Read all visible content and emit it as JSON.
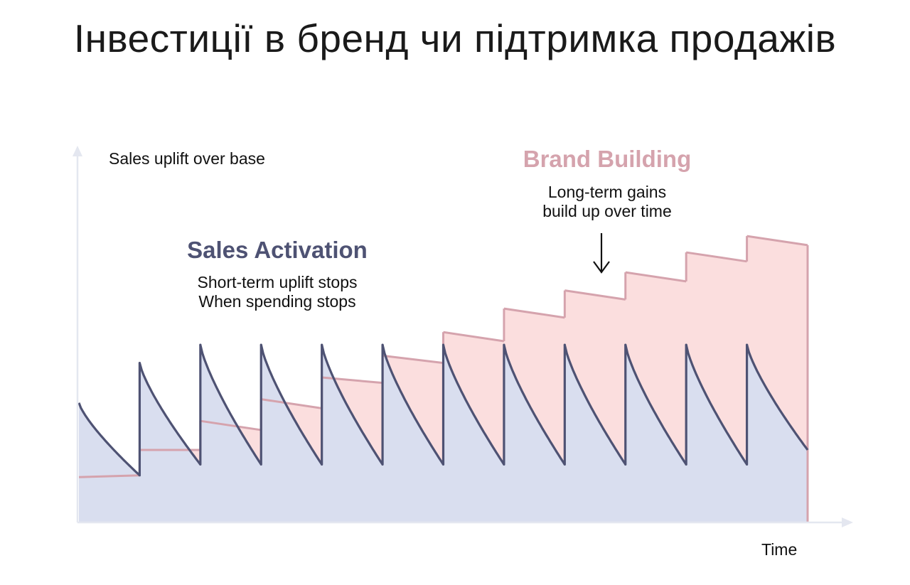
{
  "title": "Інвестиції в бренд чи підтримка продажів",
  "chart_data": {
    "type": "area",
    "title": "Інвестиції в бренд чи підтримка продажів",
    "ylabel": "Sales uplift over base",
    "xlabel": "Time",
    "ylim": [
      0,
      100
    ],
    "xlim": [
      0,
      12
    ],
    "grid": false,
    "legend": "none",
    "colors": {
      "brand_fill": "#fbdede",
      "brand_line": "#d5a3ad",
      "sales_fill": "#d9deef",
      "sales_line": "#4e5273",
      "axis": "#e4e7f0",
      "arrow": "#111111"
    },
    "series": [
      {
        "name": "Sales Activation",
        "role": "sales",
        "start": 33,
        "periods": [
          {
            "x0": 0,
            "x1": 1,
            "peak": 33,
            "base": 13
          },
          {
            "x0": 1,
            "x1": 2,
            "peak": 44,
            "base": 16
          },
          {
            "x0": 2,
            "x1": 3,
            "peak": 49,
            "base": 16
          },
          {
            "x0": 3,
            "x1": 4,
            "peak": 49,
            "base": 16
          },
          {
            "x0": 4,
            "x1": 5,
            "peak": 49,
            "base": 16
          },
          {
            "x0": 5,
            "x1": 6,
            "peak": 49,
            "base": 16
          },
          {
            "x0": 6,
            "x1": 7,
            "peak": 49,
            "base": 16
          },
          {
            "x0": 7,
            "x1": 8,
            "peak": 49,
            "base": 16
          },
          {
            "x0": 8,
            "x1": 9,
            "peak": 49,
            "base": 16
          },
          {
            "x0": 9,
            "x1": 10,
            "peak": 49,
            "base": 16
          },
          {
            "x0": 10,
            "x1": 11,
            "peak": 49,
            "base": 16
          },
          {
            "x0": 11,
            "x1": 12,
            "peak": 49,
            "base": 20
          }
        ]
      },
      {
        "name": "Brand Building",
        "role": "brand",
        "steps": [
          {
            "x0": 0,
            "x1": 1,
            "y0": 12.5,
            "y1": 13
          },
          {
            "x0": 1,
            "x1": 2,
            "y0": 20,
            "y1": 20
          },
          {
            "x0": 2,
            "x1": 3,
            "y0": 28,
            "y1": 25.5
          },
          {
            "x0": 3,
            "x1": 4,
            "y0": 34,
            "y1": 31.5
          },
          {
            "x0": 4,
            "x1": 5,
            "y0": 40,
            "y1": 38.5
          },
          {
            "x0": 5,
            "x1": 6,
            "y0": 46,
            "y1": 44
          },
          {
            "x0": 6,
            "x1": 7,
            "y0": 52.5,
            "y1": 50
          },
          {
            "x0": 7,
            "x1": 8,
            "y0": 59,
            "y1": 56.5
          },
          {
            "x0": 8,
            "x1": 9,
            "y0": 64,
            "y1": 61.5
          },
          {
            "x0": 9,
            "x1": 10,
            "y0": 69,
            "y1": 66.5
          },
          {
            "x0": 10,
            "x1": 11,
            "y0": 74.5,
            "y1": 72
          },
          {
            "x0": 11,
            "x1": 12,
            "y0": 79,
            "y1": 76.5
          }
        ],
        "final_drop_to": 0
      }
    ],
    "annotations": [
      {
        "name": "sales-activation",
        "heading": "Sales Activation",
        "lines": [
          "Short-term uplift stops",
          "When spending stops"
        ]
      },
      {
        "name": "brand-building",
        "heading": "Brand Building",
        "lines": [
          "Long-term gains",
          "build up over time"
        ]
      }
    ]
  }
}
